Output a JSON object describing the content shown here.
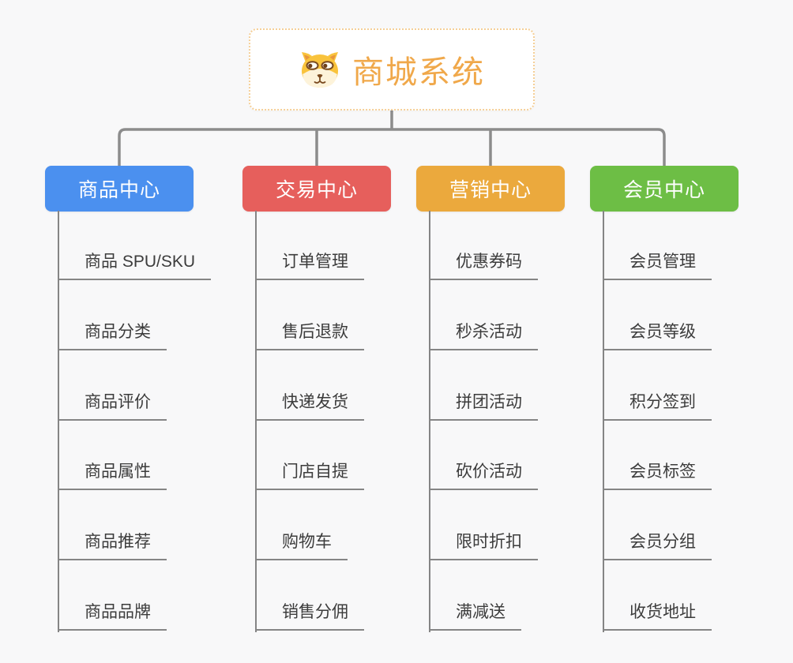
{
  "root": {
    "title": "商城系统",
    "icon": "dog-face-icon"
  },
  "branches": [
    {
      "name": "product-center",
      "label": "商品中心",
      "color": "#4b90ef",
      "children": [
        "商品 SPU/SKU",
        "商品分类",
        "商品评价",
        "商品属性",
        "商品推荐",
        "商品品牌"
      ]
    },
    {
      "name": "trade-center",
      "label": "交易中心",
      "color": "#e65f5c",
      "children": [
        "订单管理",
        "售后退款",
        "快递发货",
        "门店自提",
        "购物车",
        "销售分佣"
      ]
    },
    {
      "name": "marketing-center",
      "label": "营销中心",
      "color": "#eba93d",
      "children": [
        "优惠券码",
        "秒杀活动",
        "拼团活动",
        "砍价活动",
        "限时折扣",
        "满减送"
      ]
    },
    {
      "name": "member-center",
      "label": "会员中心",
      "color": "#6dbe45",
      "children": [
        "会员管理",
        "会员等级",
        "积分签到",
        "会员标签",
        "会员分组",
        "收货地址"
      ]
    }
  ],
  "colors": {
    "background": "#f8f8f9",
    "connector": "#8c8c8c",
    "item_line": "#858585",
    "item_text": "#3c3c3c",
    "root_text": "#f0a84a",
    "root_border": "#f5cf97"
  }
}
